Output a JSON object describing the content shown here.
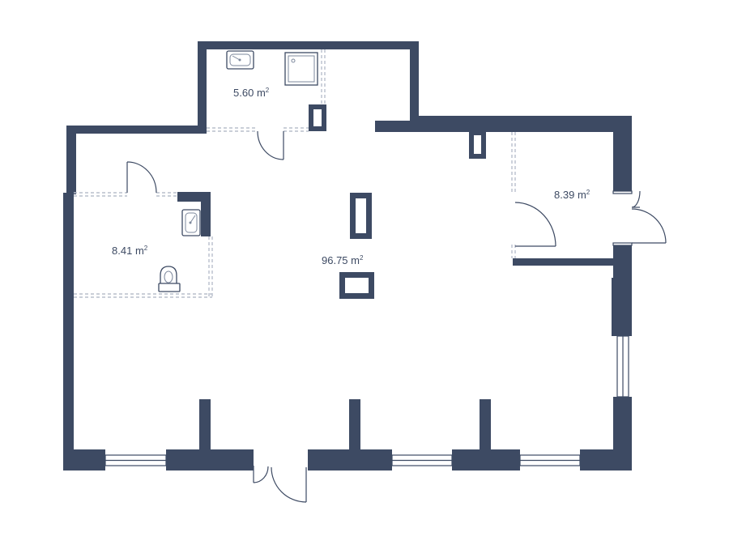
{
  "rooms": [
    {
      "id": "bathroom",
      "area": "5.60",
      "unit": "m",
      "sup": "2"
    },
    {
      "id": "wc",
      "area": "8.41",
      "unit": "m",
      "sup": "2"
    },
    {
      "id": "main-hall",
      "area": "96.75",
      "unit": "m",
      "sup": "2"
    },
    {
      "id": "storage",
      "area": "8.39",
      "unit": "m",
      "sup": "2"
    }
  ],
  "colors": {
    "wall": "#3d4a63",
    "partition": "#b8bfcc",
    "background": "#ffffff"
  }
}
